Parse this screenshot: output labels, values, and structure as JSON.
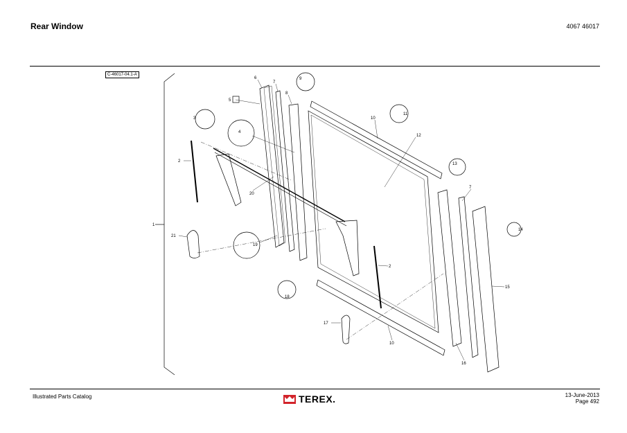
{
  "header": {
    "title": "Rear Window",
    "doc_number": "4067 46017"
  },
  "figure": {
    "reference": "C-46017-04.1-A",
    "callouts": [
      "6",
      "7",
      "8",
      "9",
      "5",
      "3",
      "4",
      "10",
      "11",
      "12",
      "13",
      "7",
      "14",
      "2",
      "20",
      "1",
      "21",
      "19",
      "2",
      "18",
      "15",
      "17",
      "10",
      "16"
    ]
  },
  "footer": {
    "catalog": "Illustrated Parts Catalog",
    "brand": "TEREX.",
    "date": "13-June-2013",
    "page": "Page 492",
    "brand_color": "#d2232a"
  }
}
